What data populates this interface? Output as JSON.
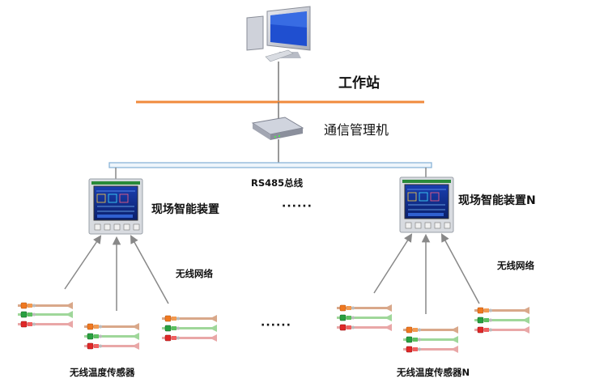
{
  "labels": {
    "workstation": "工作站",
    "comm_manager": "通信管理机",
    "bus": "RS485总线",
    "device_1": "现场智能装置",
    "device_n": "现场智能装置N",
    "ellipsis_devices": "······",
    "wireless_left": "无线网络",
    "wireless_right": "无线网络",
    "ellipsis_sensors": "······",
    "sensor_1": "无线温度传感器",
    "sensor_n": "无线温度传感器N"
  },
  "icons": {
    "workstation": "desktop-computer-icon",
    "comm_manager": "network-router-icon",
    "device": "smart-meter-device-icon",
    "sensor": "wireless-temperature-sensor-icon"
  },
  "colors": {
    "network_line": "#f08a3c",
    "bus_line": "#8ab4d8",
    "arrow": "#888888",
    "device_screen": "#0c2a8a",
    "sensor_orange": "#f07820",
    "sensor_green": "#28a040",
    "sensor_red": "#e02828",
    "sensor_strap": "#d9a88a"
  }
}
